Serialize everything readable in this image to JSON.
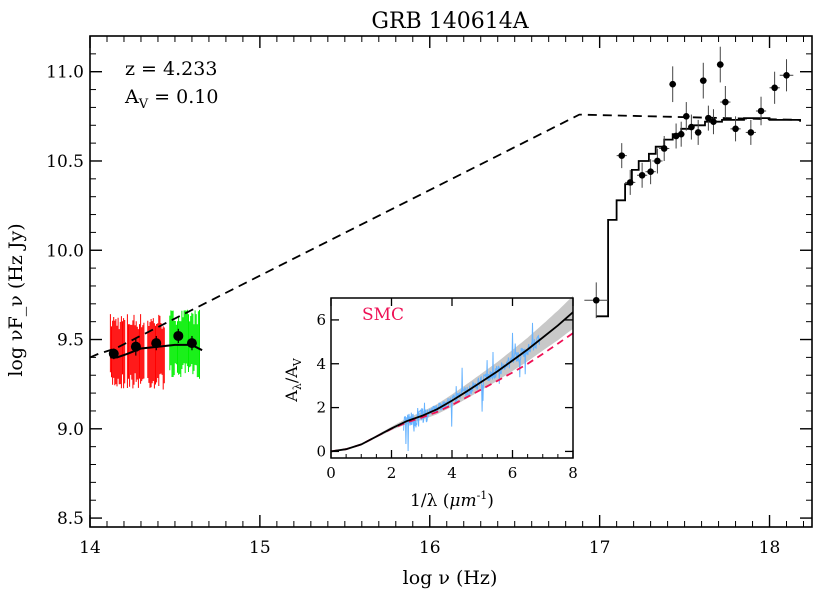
{
  "chart_data": [
    {
      "type": "scatter",
      "title": "GRB 140614A",
      "xlabel": "log ν (Hz)",
      "ylabel": "log νF_ν (Hz Jy)",
      "xlim": [
        14.0,
        18.25
      ],
      "ylim": [
        8.45,
        11.2
      ],
      "xticks": [
        14,
        15,
        16,
        17,
        18
      ],
      "xtick_labels": [
        "14",
        "15",
        "16",
        "17",
        "18"
      ],
      "yticks": [
        8.5,
        9.0,
        9.5,
        10.0,
        10.5,
        11.0
      ],
      "ytick_labels": [
        "8.5",
        "9.0",
        "9.5",
        "10.0",
        "10.5",
        "11.0"
      ],
      "annotations": {
        "z_label": "z = 4.233",
        "av_label": "A",
        "av_sub": "V",
        "av_value": " = 0.10"
      },
      "nir_points": [
        {
          "x": 14.14,
          "y": 9.42,
          "yerr": 0.03
        },
        {
          "x": 14.27,
          "y": 9.46,
          "yerr": 0.05
        },
        {
          "x": 14.39,
          "y": 9.48,
          "yerr": 0.04
        },
        {
          "x": 14.52,
          "y": 9.52,
          "yerr": 0.04
        },
        {
          "x": 14.6,
          "y": 9.48,
          "yerr": 0.04
        }
      ],
      "spectra": [
        {
          "color": "#ff0000",
          "x_ranges": [
            [
              14.12,
              14.21
            ],
            [
              14.22,
              14.32
            ],
            [
              14.34,
              14.44
            ]
          ],
          "y_min": 9.22,
          "y_max": 9.65
        },
        {
          "color": "#00ee00",
          "x_ranges": [
            [
              14.47,
              14.65
            ]
          ],
          "y_min": 9.28,
          "y_max": 9.67
        }
      ],
      "xray_points": [
        {
          "x": 16.98,
          "y": 9.72,
          "xerr": 0.07,
          "yerr": 0.1
        },
        {
          "x": 17.13,
          "y": 10.53,
          "xerr": 0.03,
          "yerr": 0.07
        },
        {
          "x": 17.18,
          "y": 10.38,
          "xerr": 0.03,
          "yerr": 0.07
        },
        {
          "x": 17.25,
          "y": 10.42,
          "xerr": 0.03,
          "yerr": 0.07
        },
        {
          "x": 17.3,
          "y": 10.44,
          "xerr": 0.03,
          "yerr": 0.07
        },
        {
          "x": 17.34,
          "y": 10.5,
          "xerr": 0.03,
          "yerr": 0.07
        },
        {
          "x": 17.38,
          "y": 10.57,
          "xerr": 0.03,
          "yerr": 0.07
        },
        {
          "x": 17.43,
          "y": 10.93,
          "xerr": 0.02,
          "yerr": 0.1
        },
        {
          "x": 17.45,
          "y": 10.64,
          "xerr": 0.02,
          "yerr": 0.07
        },
        {
          "x": 17.48,
          "y": 10.65,
          "xerr": 0.02,
          "yerr": 0.07
        },
        {
          "x": 17.51,
          "y": 10.75,
          "xerr": 0.02,
          "yerr": 0.08
        },
        {
          "x": 17.54,
          "y": 10.69,
          "xerr": 0.02,
          "yerr": 0.07
        },
        {
          "x": 17.58,
          "y": 10.66,
          "xerr": 0.02,
          "yerr": 0.07
        },
        {
          "x": 17.61,
          "y": 10.95,
          "xerr": 0.02,
          "yerr": 0.1
        },
        {
          "x": 17.64,
          "y": 10.74,
          "xerr": 0.02,
          "yerr": 0.07
        },
        {
          "x": 17.67,
          "y": 10.72,
          "xerr": 0.02,
          "yerr": 0.07
        },
        {
          "x": 17.71,
          "y": 11.04,
          "xerr": 0.02,
          "yerr": 0.1
        },
        {
          "x": 17.74,
          "y": 10.83,
          "xerr": 0.03,
          "yerr": 0.09
        },
        {
          "x": 17.8,
          "y": 10.68,
          "xerr": 0.03,
          "yerr": 0.07
        },
        {
          "x": 17.89,
          "y": 10.66,
          "xerr": 0.03,
          "yerr": 0.07
        },
        {
          "x": 17.95,
          "y": 10.78,
          "xerr": 0.03,
          "yerr": 0.08
        },
        {
          "x": 18.03,
          "y": 10.91,
          "xerr": 0.03,
          "yerr": 0.09
        },
        {
          "x": 18.1,
          "y": 10.98,
          "xerr": 0.04,
          "yerr": 0.09
        }
      ],
      "dashed_model": {
        "x": [
          14.0,
          14.05,
          14.15,
          16.88,
          18.18
        ],
        "y": [
          9.4,
          9.42,
          9.45,
          10.76,
          10.73
        ]
      },
      "absorbed_model": {
        "x": [
          14.12,
          14.16,
          14.22,
          14.3,
          14.4,
          14.5,
          14.58,
          14.62,
          14.66
        ],
        "y": [
          9.4,
          9.4,
          9.42,
          9.45,
          9.46,
          9.47,
          9.47,
          9.46,
          9.44
        ]
      },
      "step_model": {
        "x": [
          16.98,
          17.05,
          17.1,
          17.15,
          17.19,
          17.23,
          17.29,
          17.33,
          17.38,
          17.43,
          17.48,
          17.54,
          17.62,
          17.72,
          17.85,
          18.0,
          18.18
        ],
        "y": [
          9.63,
          10.17,
          10.28,
          10.37,
          10.45,
          10.5,
          10.54,
          10.58,
          10.62,
          10.65,
          10.68,
          10.7,
          10.72,
          10.73,
          10.74,
          10.73,
          10.72
        ]
      }
    },
    {
      "type": "line",
      "xlabel": "1/λ (μm⁻¹)",
      "xlabel_parts": {
        "prefix": "1/λ (",
        "unit": "μm",
        "sup": "-1",
        "suffix": ")"
      },
      "ylabel_parts": {
        "num": "A",
        "num_sub": "λ",
        "sep": "/",
        "den": "A",
        "den_sub": "V"
      },
      "xlim": [
        0,
        8
      ],
      "ylim": [
        -0.3,
        7
      ],
      "xticks": [
        0,
        2,
        4,
        6,
        8
      ],
      "xtick_labels": [
        "0",
        "2",
        "4",
        "6",
        "8"
      ],
      "yticks": [
        0,
        2,
        4,
        6
      ],
      "ytick_labels": [
        "0",
        "2",
        "4",
        "6"
      ],
      "legend_label": "SMC",
      "legend_color": "#ee1155",
      "fit_curve": {
        "x": [
          0.0,
          0.5,
          1.0,
          1.5,
          2.0,
          2.5,
          3.0,
          3.5,
          4.0,
          4.5,
          5.0,
          5.5,
          6.0,
          6.5,
          7.0,
          7.5,
          8.0
        ],
        "y": [
          0.0,
          0.1,
          0.32,
          0.68,
          1.05,
          1.38,
          1.62,
          1.92,
          2.32,
          2.75,
          3.2,
          3.65,
          4.15,
          4.65,
          5.2,
          5.75,
          6.35
        ]
      },
      "fit_band_half_width": {
        "x": [
          0.0,
          2.0,
          3.0,
          4.0,
          5.0,
          6.0,
          7.0,
          8.0
        ],
        "w": [
          0.0,
          0.08,
          0.18,
          0.28,
          0.38,
          0.48,
          0.6,
          0.75
        ]
      },
      "smc_curve": {
        "x": [
          0.0,
          0.5,
          1.0,
          1.5,
          2.0,
          2.5,
          3.0,
          3.5,
          4.0,
          4.5,
          5.0,
          5.5,
          6.0,
          6.5,
          7.0,
          7.5,
          8.0
        ],
        "y": [
          0.0,
          0.1,
          0.32,
          0.68,
          1.03,
          1.32,
          1.55,
          1.8,
          2.12,
          2.48,
          2.85,
          3.22,
          3.6,
          4.0,
          4.45,
          4.92,
          5.4
        ]
      },
      "data_color": "#66b3ff",
      "data_range": [
        2.4,
        6.9
      ]
    }
  ]
}
